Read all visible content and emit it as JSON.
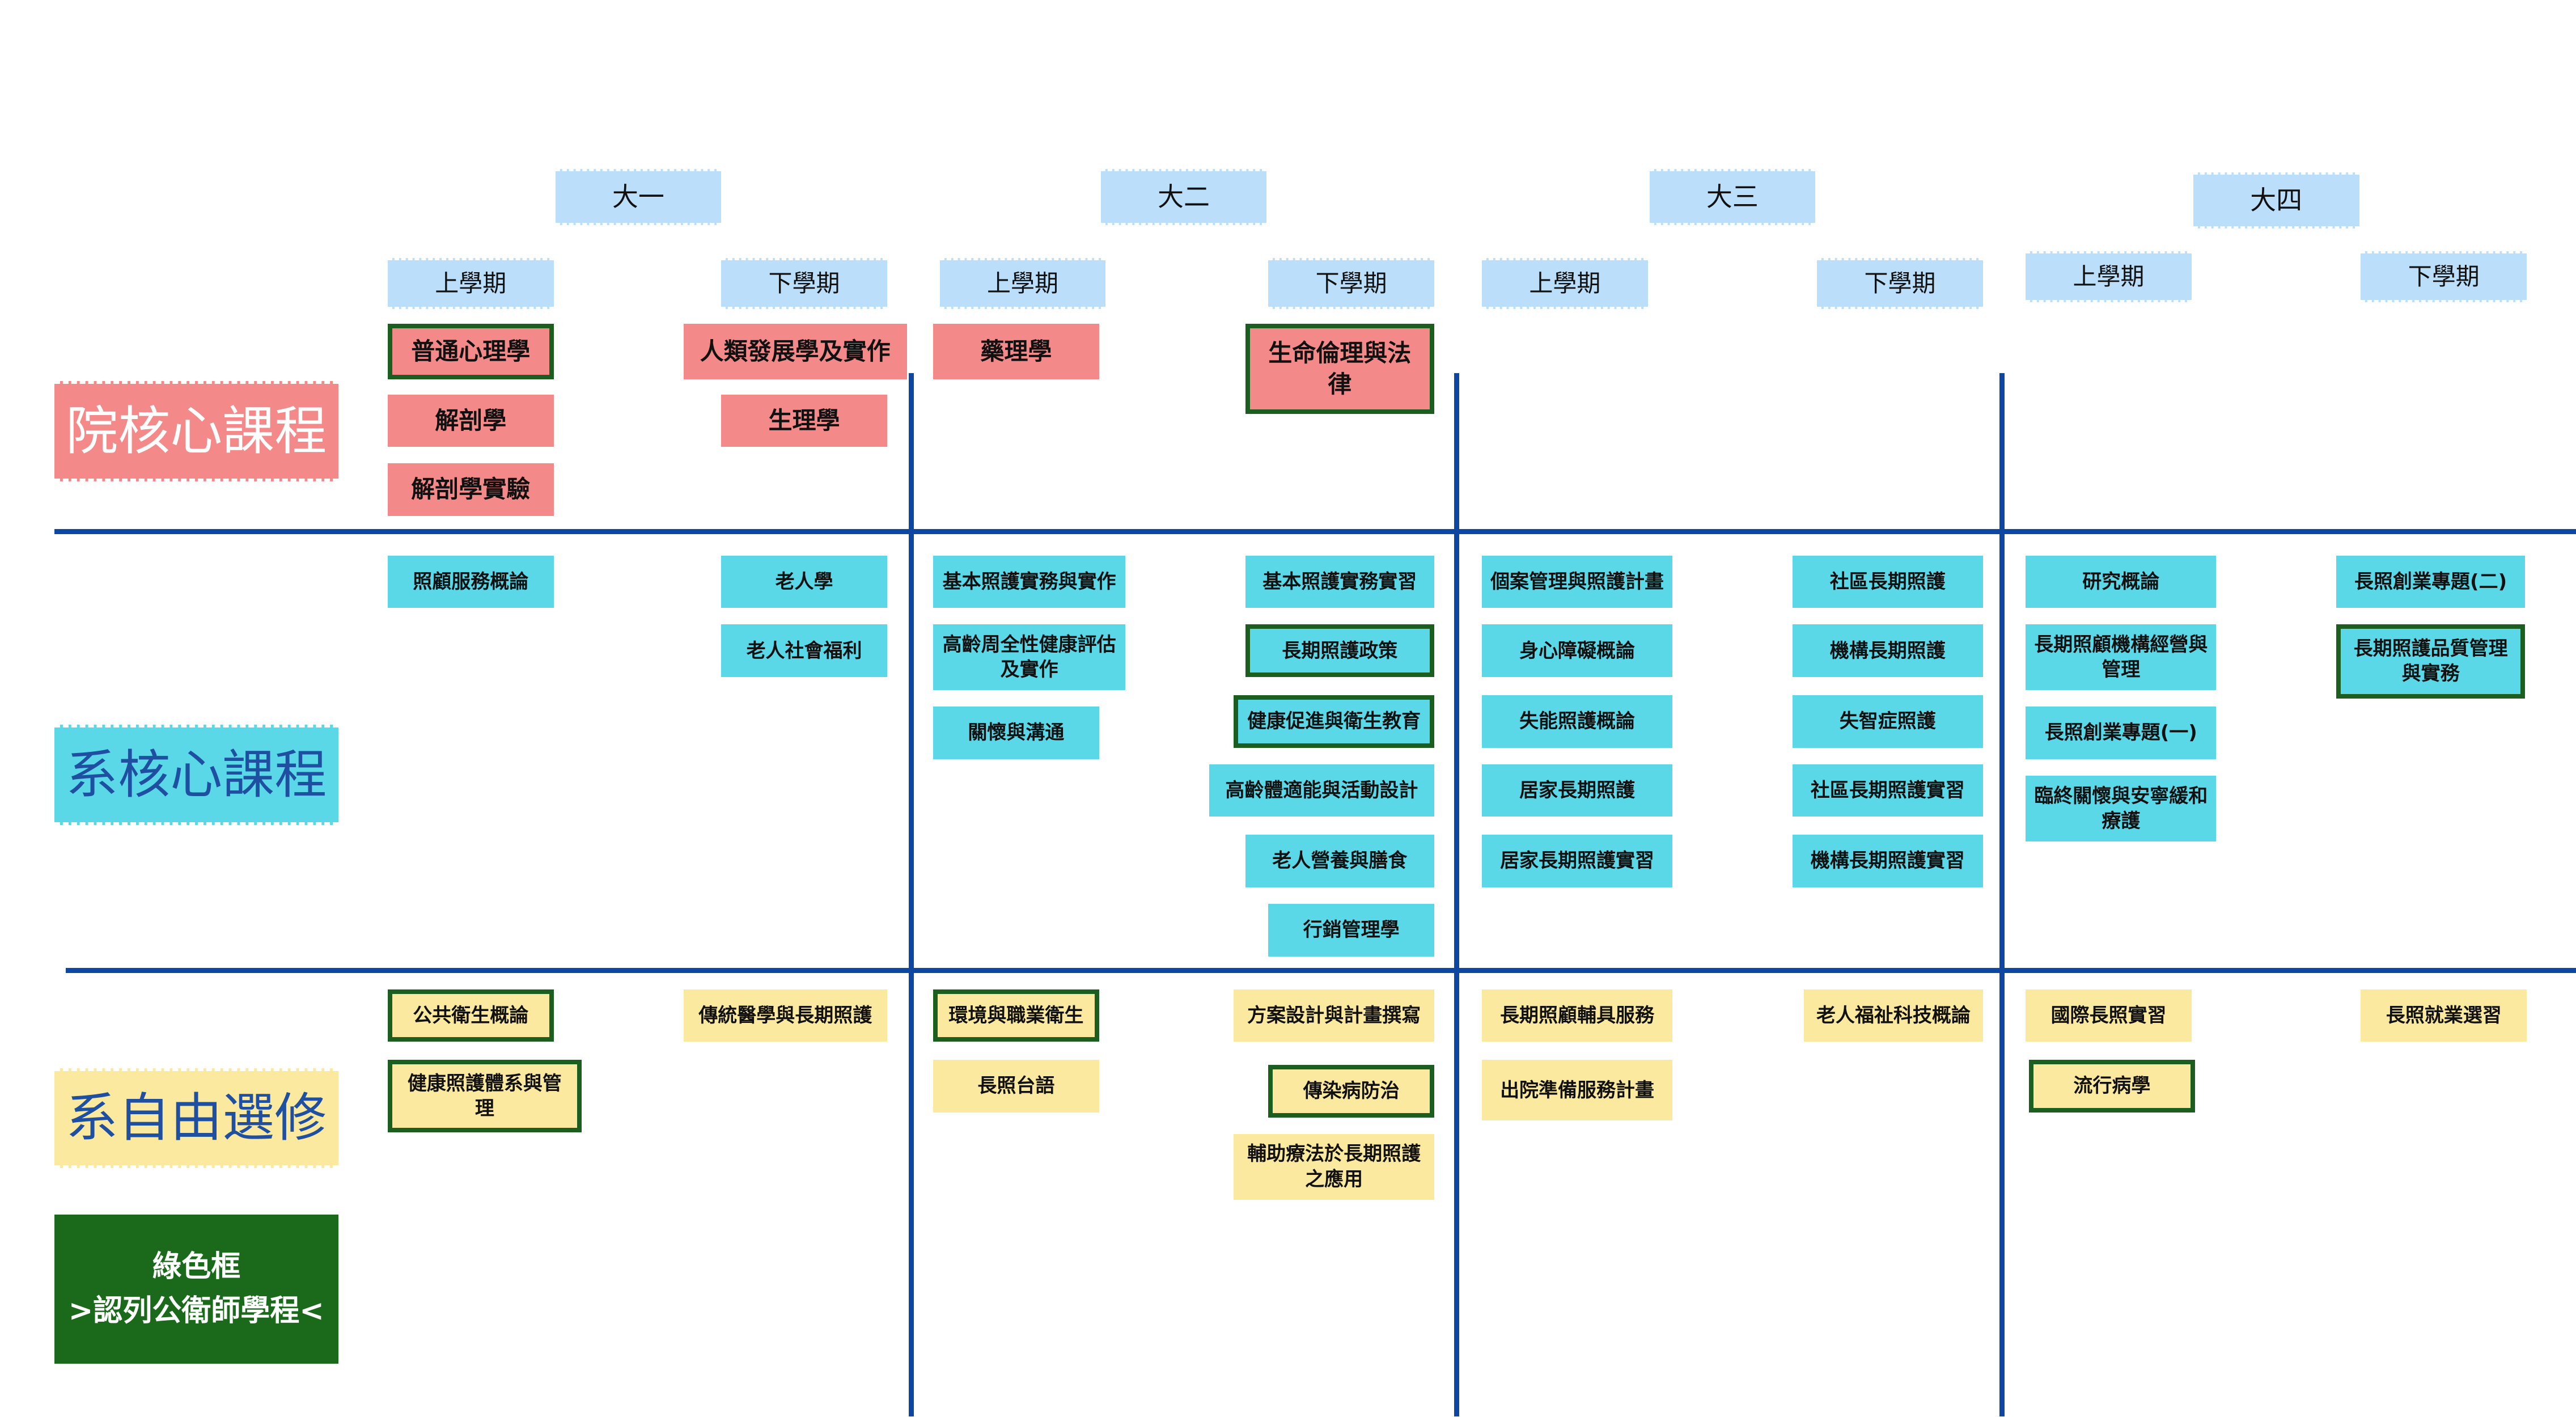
{
  "colors": {
    "college_core": "#f48989",
    "dept_core": "#5ad8e8",
    "elective": "#fbe9a0",
    "header": "#bbdefb",
    "grid_line": "#0d47a1",
    "highlight_border": "#1b5e20",
    "legend_bg": "#1b6a1b"
  },
  "years": [
    "大一",
    "大二",
    "大三",
    "大四"
  ],
  "semesters": [
    "上學期",
    "下學期",
    "上學期",
    "下學期",
    "上學期",
    "下學期",
    "上學期",
    "下學期"
  ],
  "categories": {
    "college_core": "院核心課程",
    "dept_core": "系核心課程",
    "elective": "系自由選修"
  },
  "legend": "綠色框\n>認列公衛師學程<",
  "courses": {
    "college_core": [
      {
        "name": "普通心理學",
        "highlight": true
      },
      {
        "name": "解剖學",
        "highlight": false
      },
      {
        "name": "解剖學實驗",
        "highlight": false
      },
      {
        "name": "人類發展學及實作",
        "highlight": false
      },
      {
        "name": "生理學",
        "highlight": false
      },
      {
        "name": "藥理學",
        "highlight": false
      },
      {
        "name": "生命倫理與法\n律",
        "highlight": true
      }
    ],
    "dept_core": [
      {
        "name": "照顧服務概論",
        "highlight": false
      },
      {
        "name": "老人學",
        "highlight": false
      },
      {
        "name": "老人社會福利",
        "highlight": false
      },
      {
        "name": "基本照護實務與實作",
        "highlight": false
      },
      {
        "name": "高齡周全性健康評估\n及實作",
        "highlight": false
      },
      {
        "name": "關懷與溝通",
        "highlight": false
      },
      {
        "name": "基本照護實務實習",
        "highlight": false
      },
      {
        "name": "長期照護政策",
        "highlight": true
      },
      {
        "name": "健康促進與衛生教育",
        "highlight": true
      },
      {
        "name": "高齡體適能與活動設計",
        "highlight": false
      },
      {
        "name": "老人營養與膳食",
        "highlight": false
      },
      {
        "name": "行銷管理學",
        "highlight": false
      },
      {
        "name": "個案管理與照護計畫",
        "highlight": false
      },
      {
        "name": "身心障礙概論",
        "highlight": false
      },
      {
        "name": "失能照護概論",
        "highlight": false
      },
      {
        "name": "居家長期照護",
        "highlight": false
      },
      {
        "name": "居家長期照護實習",
        "highlight": false
      },
      {
        "name": "社區長期照護",
        "highlight": false
      },
      {
        "name": "機構長期照護",
        "highlight": false
      },
      {
        "name": "失智症照護",
        "highlight": false
      },
      {
        "name": "社區長期照護實習",
        "highlight": false
      },
      {
        "name": "機構長期照護實習",
        "highlight": false
      },
      {
        "name": "研究概論",
        "highlight": false
      },
      {
        "name": "長期照顧機構經營與\n管理",
        "highlight": false
      },
      {
        "name": "長照創業專題(一)",
        "highlight": false
      },
      {
        "name": "臨終關懷與安寧緩和\n療護",
        "highlight": false
      },
      {
        "name": "長照創業專題(二)",
        "highlight": false
      },
      {
        "name": "長期照護品質管理\n與實務",
        "highlight": true
      }
    ],
    "elective": [
      {
        "name": "公共衛生概論",
        "highlight": true
      },
      {
        "name": "健康照護體系與管\n理",
        "highlight": true
      },
      {
        "name": "傳統醫學與長期照護",
        "highlight": false
      },
      {
        "name": "環境與職業衛生",
        "highlight": true
      },
      {
        "name": "長照台語",
        "highlight": false
      },
      {
        "name": "方案設計與計畫撰寫",
        "highlight": false
      },
      {
        "name": "傳染病防治",
        "highlight": true
      },
      {
        "name": "輔助療法於長期照護\n之應用",
        "highlight": false
      },
      {
        "name": "長期照顧輔具服務",
        "highlight": false
      },
      {
        "name": "出院準備服務計畫",
        "highlight": false
      },
      {
        "name": "老人福祉科技概論",
        "highlight": false
      },
      {
        "name": "國際長照實習",
        "highlight": false
      },
      {
        "name": "流行病學",
        "highlight": true
      },
      {
        "name": "長照就業選習",
        "highlight": false
      }
    ]
  }
}
